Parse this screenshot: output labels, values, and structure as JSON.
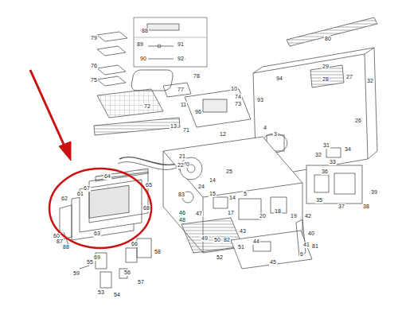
{
  "diagram": {
    "labels": [
      "79",
      "88",
      "89",
      "91",
      "90",
      "92",
      "76",
      "75",
      "78",
      "77",
      "72",
      "71",
      "70",
      "10",
      "11",
      "74",
      "73",
      "93",
      "96",
      "12",
      "13",
      "4",
      "3",
      "80",
      "94",
      "29",
      "28",
      "27",
      "32",
      "26",
      "31",
      "34",
      "32",
      "33",
      "36",
      "39",
      "35",
      "37",
      "38",
      "21",
      "22",
      "25",
      "24",
      "83",
      "14",
      "15",
      "5",
      "14",
      "17",
      "20",
      "18",
      "19",
      "42",
      "40",
      "41",
      "81",
      "43",
      "82",
      "44",
      "45",
      "6",
      "46",
      "48",
      "47",
      "49",
      "50",
      "51",
      "52",
      "64",
      "65",
      "67",
      "62",
      "61",
      "68",
      "63",
      "60",
      "87",
      "88",
      "69",
      "55",
      "66",
      "58",
      "59",
      "56",
      "57",
      "53",
      "54"
    ]
  }
}
